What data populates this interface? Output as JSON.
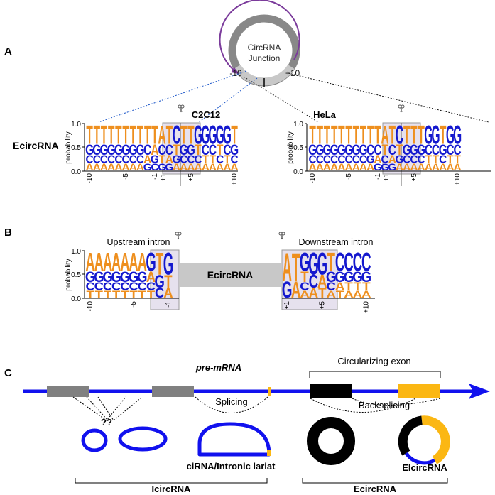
{
  "colors": {
    "A": "#ee8f1e",
    "C": "#1418ce",
    "G": "#1418ce",
    "T": "#ee8f1e",
    "intron_line": "#1111ee",
    "exon_gray": "#808080",
    "exon_black": "#000000",
    "exon_yellow": "#fbb713",
    "ring_purple": "#7b3b9b",
    "box_fill": "#e6e1ee"
  },
  "panelA": {
    "letter": "A",
    "circle_label_line1": "CircRNA",
    "circle_label_line2": "Junction",
    "left_mark": "-10",
    "right_mark": "+10",
    "row_label": "EcircRNA",
    "ylabel": "probability",
    "yticks": [
      "1.0",
      "0.5",
      "0.0"
    ],
    "xticks": [
      "-10",
      "-5",
      "-1",
      "+1",
      "+5",
      "+10"
    ],
    "c2c12_title": "C2C12",
    "hela_title": "HeLa",
    "c2c12_columns": [
      "TGCA",
      "TGCA",
      "TGCA",
      "TGCA",
      "TGCA",
      "TGCA",
      "TGCA",
      "TGCA",
      "TCAG",
      "TAGC",
      "ACTG",
      "TCAG",
      "CTGA",
      "TGCA",
      "TGCA",
      "GTCA",
      "GCTA",
      "GCTA",
      "GTCA",
      "GCTA",
      "TGCA"
    ],
    "hela_columns": [
      "TGCA",
      "TGCA",
      "TGCA",
      "TGCA",
      "TGCA",
      "TGCA",
      "TGCA",
      "TGCA",
      "TCGA",
      "TCAG",
      "ATCG",
      "TCAG",
      "CTGA",
      "TGCA",
      "TGCA",
      "TGCA",
      "GCTA",
      "GCTA",
      "TGCA",
      "GCTA",
      "GCTA"
    ]
  },
  "panelB": {
    "letter": "B",
    "upstream_label": "Upstream intron",
    "downstream_label": "Downstream intron",
    "ecirc_label": "EcircRNA",
    "ylabel": "probability",
    "yticks": [
      "1.0",
      "0.5",
      "0.0"
    ],
    "up_xticks": [
      "-10",
      "-5",
      "-1"
    ],
    "down_xticks": [
      "+1",
      "+5",
      "+10"
    ],
    "upstream_columns": [
      "AGCT",
      "AGCT",
      "AGCT",
      "AGCT",
      "AGCT",
      "AGCT",
      "AGCT",
      "GACT",
      "TGC",
      "GTA"
    ],
    "downstream_columns": [
      "AG",
      "TA",
      "GTCA",
      "GCA",
      "GAT",
      "TGCA",
      "CGAT",
      "CGTA",
      "CGTA",
      "CGTA"
    ]
  },
  "panelC": {
    "letter": "C",
    "premrna_label": "pre-mRNA",
    "circularizing_label": "Circularizing exon",
    "splicing_label": "Splicing",
    "backsplicing_label": "Backsplicing",
    "question_marks": "??",
    "lariat_label": "ciRNA/Intronic lariat",
    "elcirc_label": "ElcircRNA",
    "icirc_label": "IcircRNA",
    "ecirc_label": "EcircRNA"
  }
}
